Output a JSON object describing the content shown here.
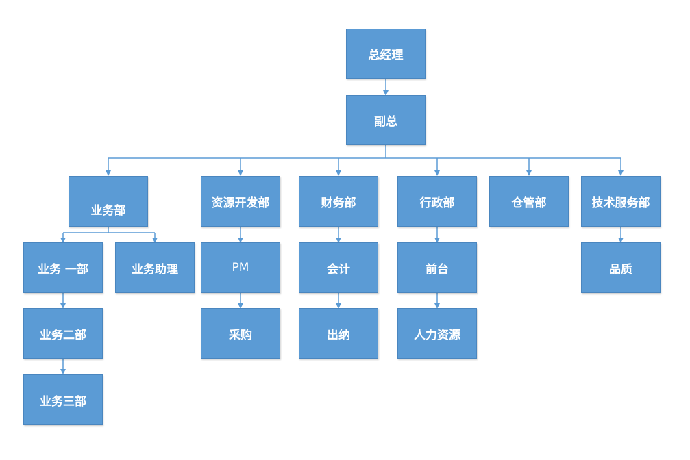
{
  "nodes": {
    "ceo": "总经理",
    "vp": "副总",
    "sales": "业务部",
    "sales1": "业务 一部",
    "sales2": "业务二部",
    "sales3": "业务三部",
    "sales_assistant": "业务助理",
    "resource_dev": "资源开发部",
    "pm": "PM",
    "purchasing": "采购",
    "finance": "财务部",
    "accounting": "会计",
    "cashier": "出纳",
    "admin": "行政部",
    "reception": "前台",
    "hr": "人力资源",
    "warehouse": "仓管部",
    "tech_service": "技术服务部",
    "quality": "品质"
  },
  "colors": {
    "box_fill": "#5b9bd5",
    "box_border": "#4a86bf",
    "connector": "#5b9bd5",
    "text": "#ffffff"
  }
}
